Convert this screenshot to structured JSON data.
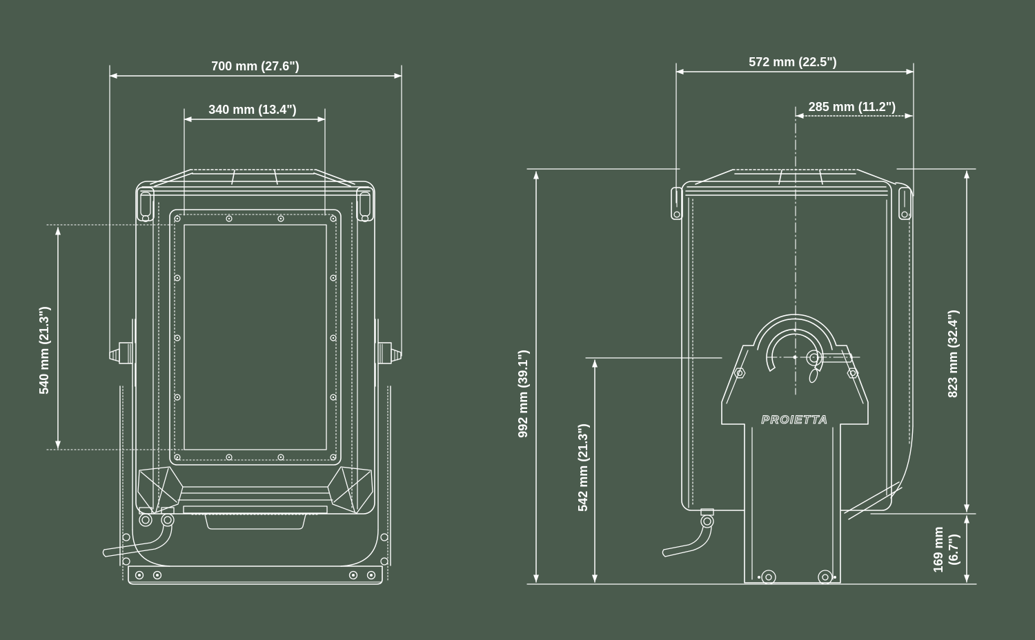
{
  "page": {
    "background_color": "#4a5b4d",
    "line_color": "#ffffff"
  },
  "front_view": {
    "dim_overall_width": "700 mm (27.6\")",
    "dim_window_width": "340 mm (13.4\")",
    "dim_window_height": "540 mm (21.3\")"
  },
  "side_view": {
    "logo": "PROIETTA",
    "dim_overall_depth": "572 mm (22.5\")",
    "dim_center_depth": "285 mm (11.2\")",
    "dim_overall_height": "992 mm (39.1\")",
    "dim_pivot_height": "542 mm (21.3\")",
    "dim_enclosure_height": "823 mm (32.4\")",
    "dim_base_height_line1": "169 mm",
    "dim_base_height_line2": "(6.7\")"
  }
}
